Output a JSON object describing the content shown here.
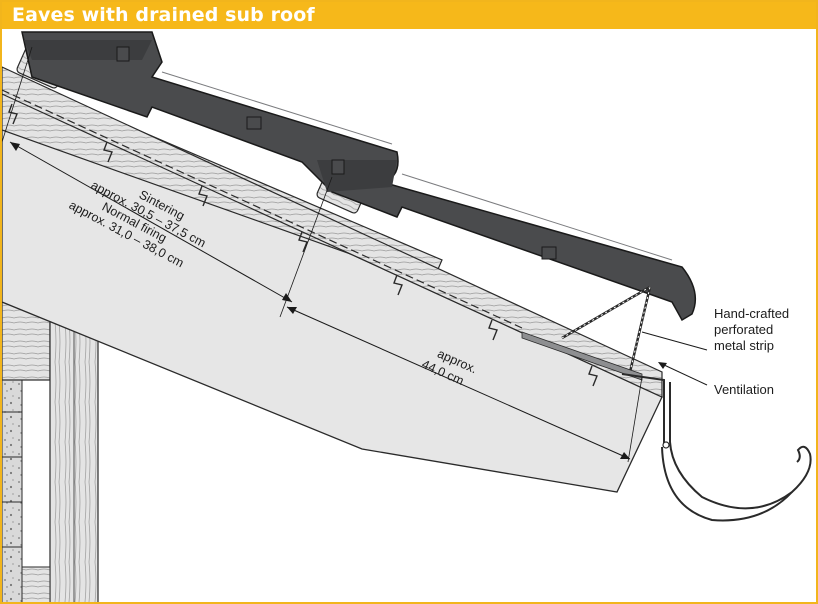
{
  "title": "Eaves with drained sub roof",
  "colors": {
    "accent": "#f6b81a",
    "tile": "#4a4b4d",
    "timber": "#e3e3e3",
    "line": "#2a2a2a"
  },
  "labels": {
    "perforated_strip": [
      "Hand-crafted",
      "perforated",
      "metal strip"
    ],
    "ventilation": "Ventilation"
  },
  "dimensions": {
    "sintering": "Sintering",
    "sintering_range": "approx. 30,5 – 37,5 cm",
    "normal_firing": "Normal firing",
    "normal_firing_range": "approx. 31,0 – 38,0 cm",
    "overhang_approx": "approx.",
    "overhang_value": "44,0 cm"
  }
}
